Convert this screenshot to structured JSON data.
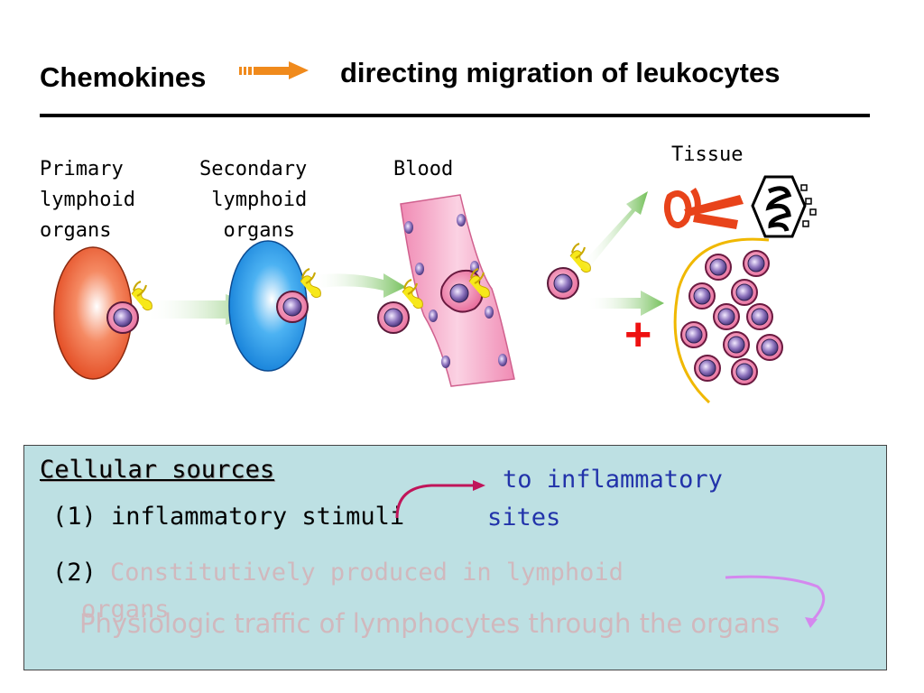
{
  "header": {
    "left_title": "Chemokines",
    "right_title": "directing migration of leukocytes"
  },
  "diagram": {
    "labels": {
      "primary": "Primary\nlymphoid\norgans",
      "secondary": "Secondary\n lymphoid\n  organs",
      "blood": "Blood",
      "tissue": "Tissue"
    },
    "plus_symbol": "+",
    "colors": {
      "primary_organ": "#e8542b",
      "secondary_organ": "#1e90e0",
      "blood_vessel": "#f4a6c4",
      "arrow_green": "#7ac35b",
      "arrow_orange": "#f08a1c",
      "plus_red": "#ee1111",
      "cell_ring": "#e0407a",
      "cell_nucleus": "#7a5fa8",
      "receptor_yellow": "#f7e81a",
      "scissors_red": "#e8431a",
      "tissue_boundary": "#f0b800"
    }
  },
  "panel": {
    "title": "Cellular sources",
    "item1_prefix": "(1) ",
    "item1_text": "inflammatory stimuli",
    "item1_target_line1": "to inflammatory",
    "item1_target_line2": "sites",
    "item2_prefix": "(2) ",
    "item2_text": "Constitutively produced in lymphoid",
    "item2_text_cont": "organs",
    "item2_target": "Physiologic traffic of lymphocytes through the organs",
    "colors": {
      "background": "#bde0e3",
      "target_blue": "#2233aa",
      "faded_text": "#d1b8bd",
      "arrow_magenta": "#c0155a",
      "arrow_violet": "#d488ee"
    }
  }
}
